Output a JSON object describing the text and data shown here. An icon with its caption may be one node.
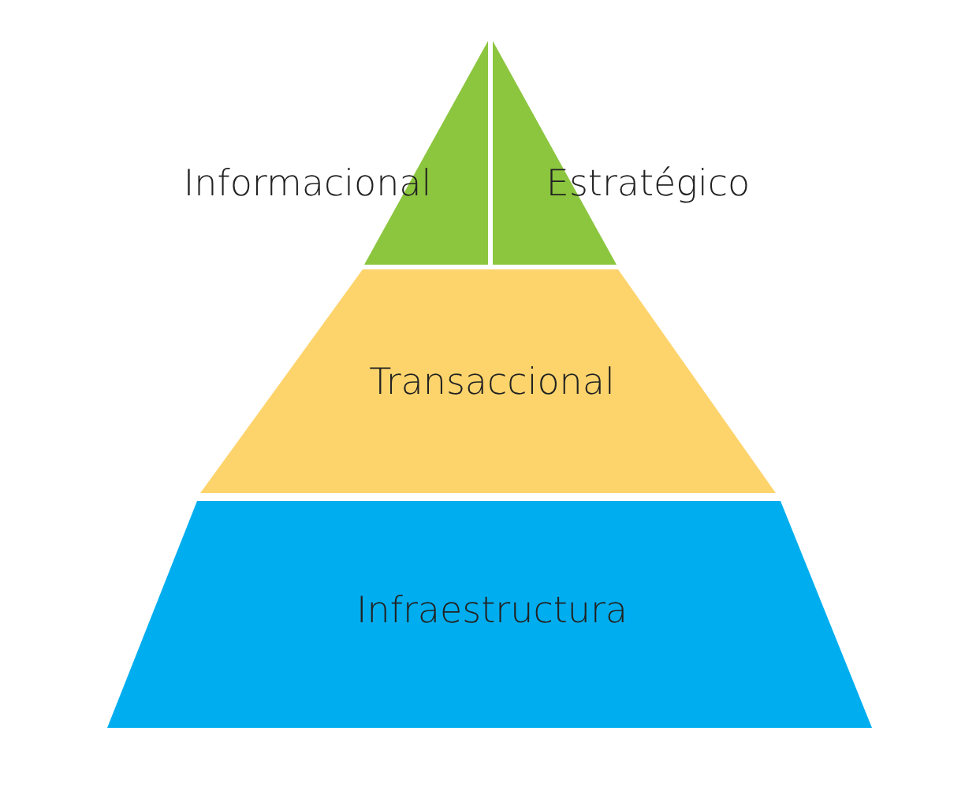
{
  "diagram": {
    "nodes": [
      {
        "text": [
          "Informacional"
        ]
      },
      {
        "text": [
          "Estratégico"
        ]
      },
      {
        "text": [
          "Transaccional"
        ]
      },
      {
        "text": [
          "Infraestructura"
        ]
      }
    ]
  }
}
